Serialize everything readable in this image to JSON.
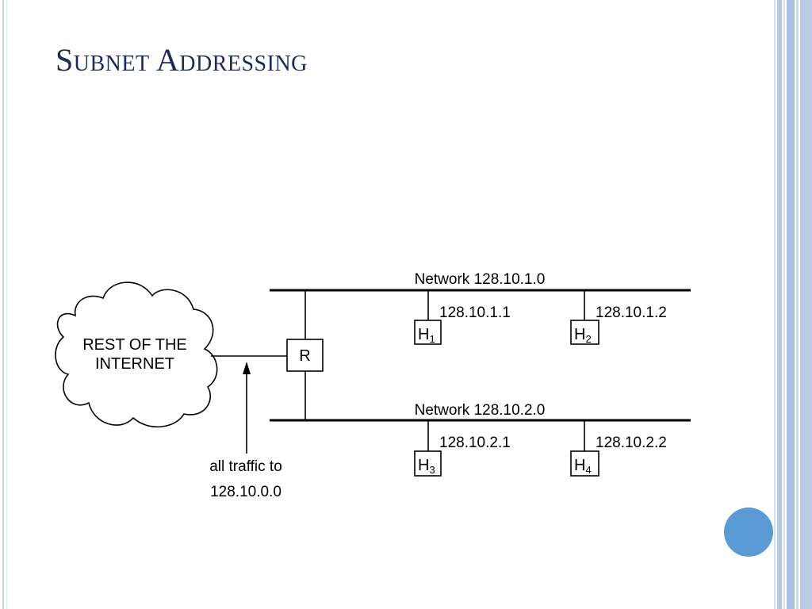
{
  "slide": {
    "title": "Subnet Addressing"
  },
  "diagram": {
    "cloud_label_line1": "REST OF THE",
    "cloud_label_line2": "INTERNET",
    "router_label": "R",
    "network_top_label": "Network 128.10.1.0",
    "network_bottom_label": "Network 128.10.2.0",
    "hosts": [
      {
        "letter": "H",
        "sub": "1",
        "address": "128.10.1.1"
      },
      {
        "letter": "H",
        "sub": "2",
        "address": "128.10.1.2"
      },
      {
        "letter": "H",
        "sub": "3",
        "address": "128.10.2.1"
      },
      {
        "letter": "H",
        "sub": "4",
        "address": "128.10.2.2"
      }
    ],
    "traffic_label_line1": "all traffic to",
    "traffic_label_line2": "128.10.0.0"
  },
  "colors": {
    "title": "#1f2a5a",
    "accent_dot": "#5b9bd5",
    "border_stripes": "#b5c9e3"
  }
}
